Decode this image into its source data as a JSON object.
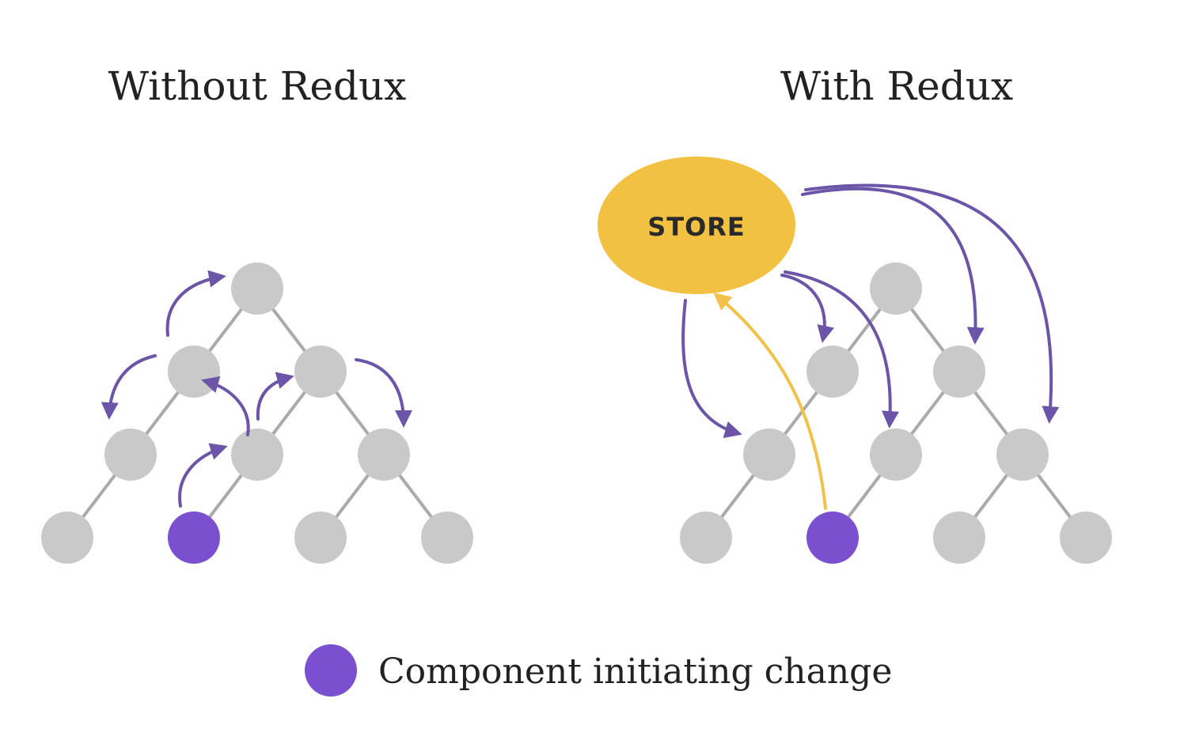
{
  "panels": [
    {
      "id": "without",
      "title": "Without Redux"
    },
    {
      "id": "with",
      "title": "With Redux",
      "store_label": "STORE"
    }
  ],
  "legend": {
    "label": "Component initiating change"
  },
  "colors": {
    "node": "#c9c9c9",
    "active_node": "#7a4fd0",
    "store": "#f2c142",
    "arrow": "#6c55a8",
    "store_update_arrow": "#f1c24a"
  }
}
